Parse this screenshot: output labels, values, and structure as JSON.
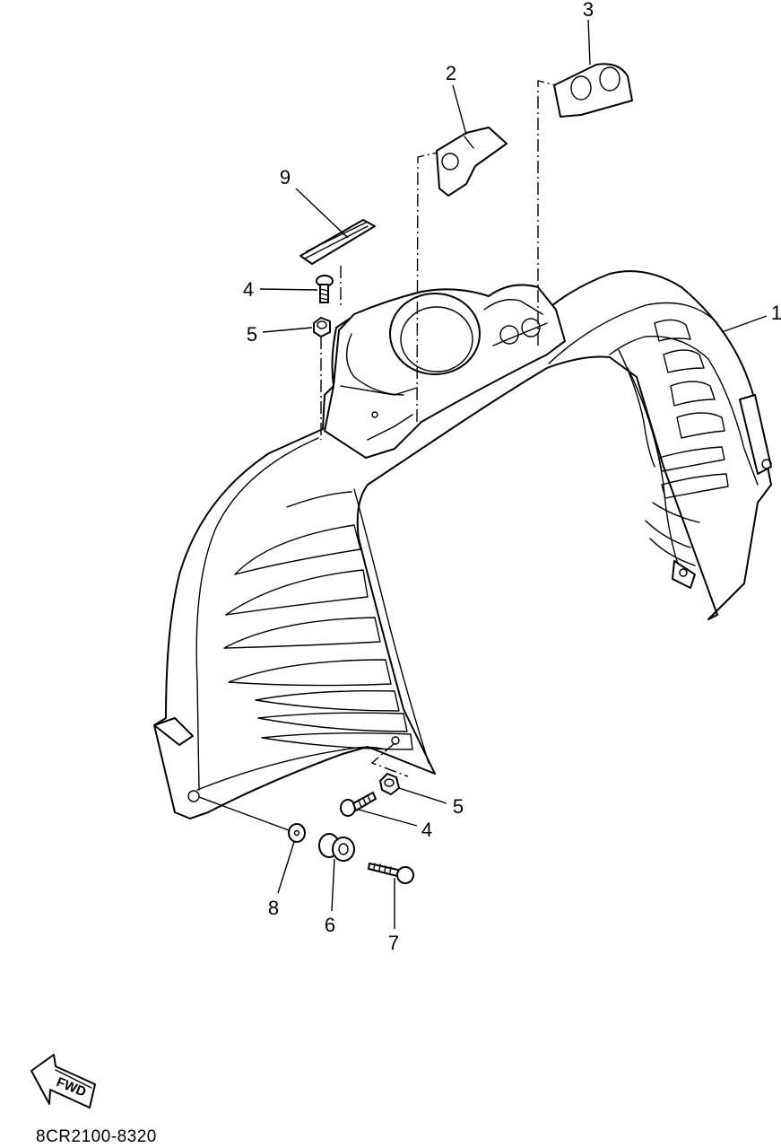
{
  "diagram": {
    "part_code": "8CR2100-8320",
    "fwd_label": "FWD",
    "callouts": [
      {
        "id": "c1",
        "label": "1"
      },
      {
        "id": "c2",
        "label": "2"
      },
      {
        "id": "c3",
        "label": "3"
      },
      {
        "id": "c4a",
        "label": "4"
      },
      {
        "id": "c4b",
        "label": "4"
      },
      {
        "id": "c5a",
        "label": "5"
      },
      {
        "id": "c5b",
        "label": "5"
      },
      {
        "id": "c6",
        "label": "6"
      },
      {
        "id": "c7",
        "label": "7"
      },
      {
        "id": "c8",
        "label": "8"
      },
      {
        "id": "c9",
        "label": "9"
      }
    ]
  }
}
